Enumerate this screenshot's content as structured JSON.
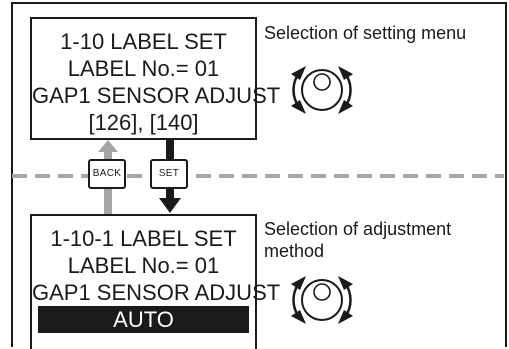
{
  "top_screen": {
    "lines": [
      "1-10 LABEL SET",
      "LABEL No.= 01",
      "GAP1 SENSOR ADJUST",
      "[126], [140]"
    ]
  },
  "top_caption": "Selection of setting menu",
  "bottom_screen": {
    "lines": [
      "1-10-1 LABEL SET",
      "LABEL No.= 01",
      "GAP1 SENSOR ADJUST"
    ],
    "highlighted": "AUTO"
  },
  "bottom_caption": "Selection of adjustment method",
  "keys": {
    "back": "BACK",
    "set": "SET"
  },
  "colors": {
    "ink": "#1a1a1a",
    "back_arrow": "#a6a6a6",
    "divider": "#a6a6a6"
  },
  "icons": [
    "rotary-dial-icon",
    "rotary-dial-icon",
    "back-arrow-icon",
    "set-arrow-icon"
  ]
}
